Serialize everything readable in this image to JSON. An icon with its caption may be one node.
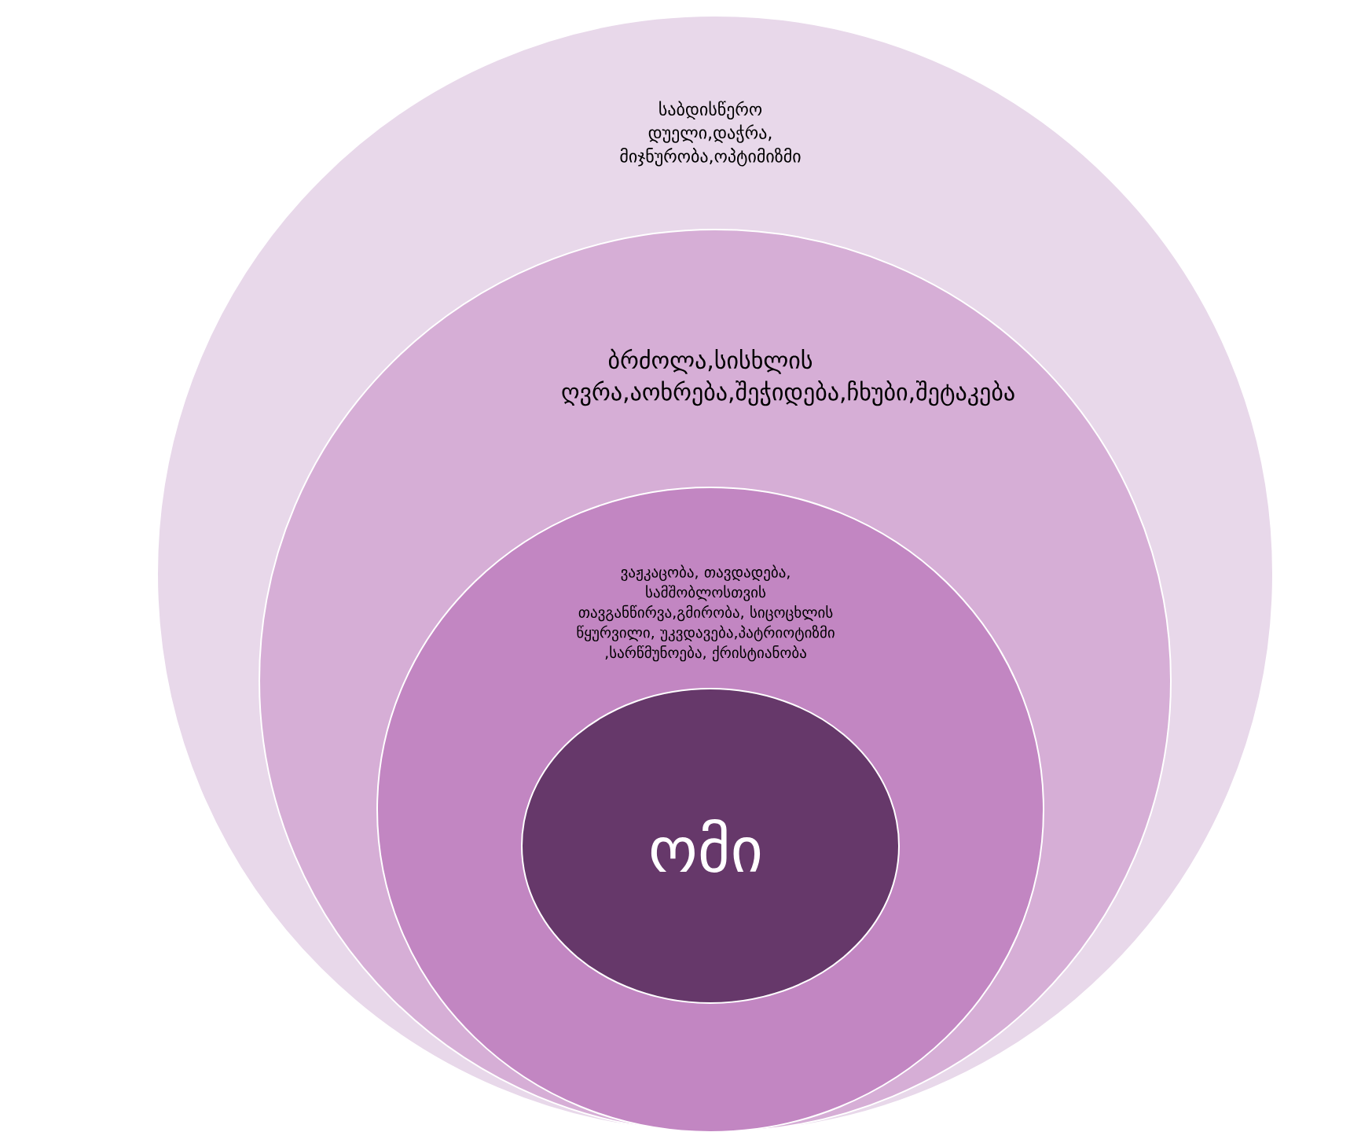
{
  "diagram": {
    "nodes": [
      {
        "text": [
          "საბდისწერო დუელი,დაჭრა, მიჯნურობა,ოპტიმიზმი"
        ]
      },
      {
        "text": [
          "ბრძოლა,სისხლის ღვრა,აოხრება,შეჭიდება,ჩხუბი,შეტაკება"
        ],
        "in": 0
      },
      {
        "text": [
          "ვაჟკაცობა, თავდადება, სამშობლოსთვის თავგანწირვა,გმირობა, სიცოცხლის წყურვილი, უკვდავება,პატრიოტიზმი ,სარწმუნოება, ქრისტიანობა"
        ],
        "in": 1
      },
      {
        "text": [
          "ომი"
        ],
        "in": 2
      }
    ]
  }
}
